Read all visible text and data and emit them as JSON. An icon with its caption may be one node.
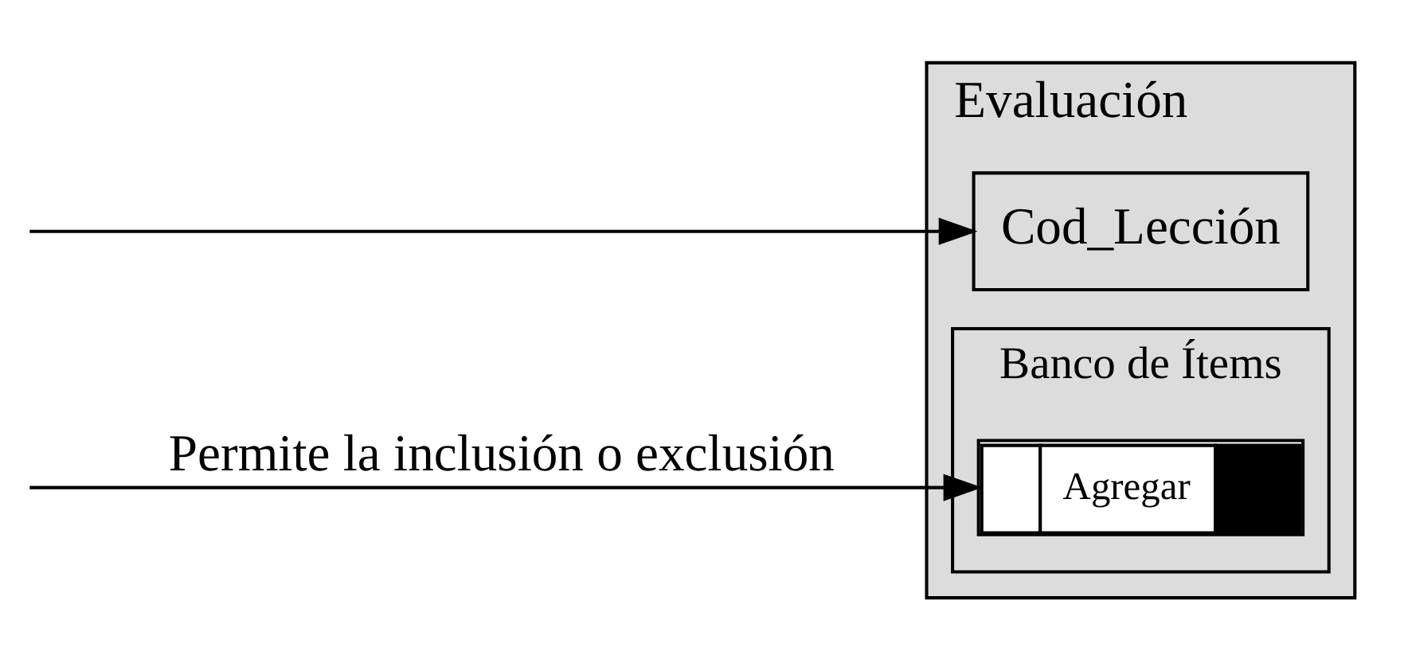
{
  "diagram": {
    "nodes": [
      {
        "text": [
          "Evaluación"
        ]
      },
      {
        "text": [
          "Cod_Lección"
        ],
        "in": 0
      },
      {
        "text": [
          "Banco de Ítems"
        ],
        "in": 0
      },
      {
        "text": [
          "Agregar"
        ],
        "in": 2
      }
    ],
    "edges": [
      {
        "from": null,
        "to": 1,
        "arrow": "to"
      },
      {
        "from": null,
        "to": 3,
        "arrow": "to",
        "label": "Permite la inclusión o exclusión"
      }
    ]
  }
}
